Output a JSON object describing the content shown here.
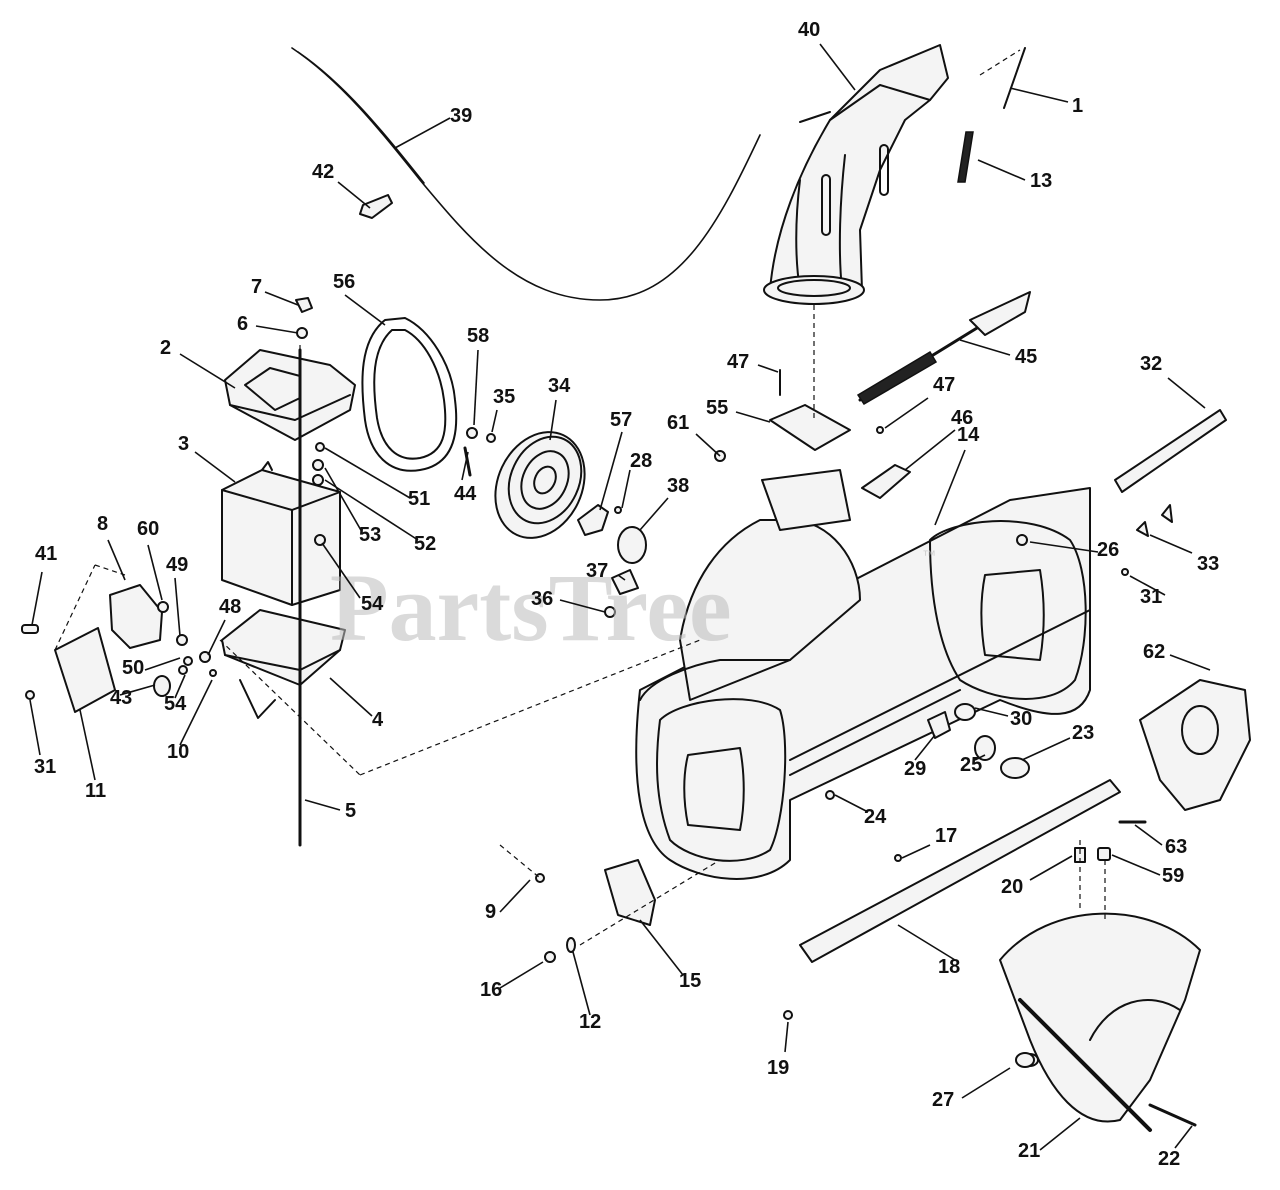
{
  "watermark": {
    "text": "PartsTree",
    "mark": "™"
  },
  "callouts": [
    {
      "id": "1",
      "label": "1"
    },
    {
      "id": "2",
      "label": "2"
    },
    {
      "id": "3",
      "label": "3"
    },
    {
      "id": "4",
      "label": "4"
    },
    {
      "id": "5",
      "label": "5"
    },
    {
      "id": "6",
      "label": "6"
    },
    {
      "id": "7",
      "label": "7"
    },
    {
      "id": "8",
      "label": "8"
    },
    {
      "id": "9",
      "label": "9"
    },
    {
      "id": "10",
      "label": "10"
    },
    {
      "id": "11",
      "label": "11"
    },
    {
      "id": "12",
      "label": "12"
    },
    {
      "id": "13",
      "label": "13"
    },
    {
      "id": "14",
      "label": "14"
    },
    {
      "id": "15",
      "label": "15"
    },
    {
      "id": "16",
      "label": "16"
    },
    {
      "id": "17",
      "label": "17"
    },
    {
      "id": "18",
      "label": "18"
    },
    {
      "id": "19",
      "label": "19"
    },
    {
      "id": "20",
      "label": "20"
    },
    {
      "id": "21",
      "label": "21"
    },
    {
      "id": "22",
      "label": "22"
    },
    {
      "id": "23",
      "label": "23"
    },
    {
      "id": "24",
      "label": "24"
    },
    {
      "id": "25",
      "label": "25"
    },
    {
      "id": "26",
      "label": "26"
    },
    {
      "id": "27",
      "label": "27"
    },
    {
      "id": "28",
      "label": "28"
    },
    {
      "id": "29",
      "label": "29"
    },
    {
      "id": "30",
      "label": "30"
    },
    {
      "id": "31a",
      "label": "31"
    },
    {
      "id": "31b",
      "label": "31"
    },
    {
      "id": "32",
      "label": "32"
    },
    {
      "id": "33",
      "label": "33"
    },
    {
      "id": "34",
      "label": "34"
    },
    {
      "id": "35",
      "label": "35"
    },
    {
      "id": "36",
      "label": "36"
    },
    {
      "id": "37",
      "label": "37"
    },
    {
      "id": "38",
      "label": "38"
    },
    {
      "id": "39",
      "label": "39"
    },
    {
      "id": "40",
      "label": "40"
    },
    {
      "id": "41",
      "label": "41"
    },
    {
      "id": "42",
      "label": "42"
    },
    {
      "id": "43",
      "label": "43"
    },
    {
      "id": "44",
      "label": "44"
    },
    {
      "id": "45",
      "label": "45"
    },
    {
      "id": "46",
      "label": "46"
    },
    {
      "id": "47a",
      "label": "47"
    },
    {
      "id": "47b",
      "label": "47"
    },
    {
      "id": "48",
      "label": "48"
    },
    {
      "id": "49",
      "label": "49"
    },
    {
      "id": "50",
      "label": "50"
    },
    {
      "id": "51",
      "label": "51"
    },
    {
      "id": "52",
      "label": "52"
    },
    {
      "id": "53",
      "label": "53"
    },
    {
      "id": "54a",
      "label": "54"
    },
    {
      "id": "54b",
      "label": "54"
    },
    {
      "id": "55",
      "label": "55"
    },
    {
      "id": "56",
      "label": "56"
    },
    {
      "id": "57",
      "label": "57"
    },
    {
      "id": "58",
      "label": "58"
    },
    {
      "id": "59",
      "label": "59"
    },
    {
      "id": "60",
      "label": "60"
    },
    {
      "id": "61",
      "label": "61"
    },
    {
      "id": "62",
      "label": "62"
    },
    {
      "id": "63",
      "label": "63"
    }
  ]
}
